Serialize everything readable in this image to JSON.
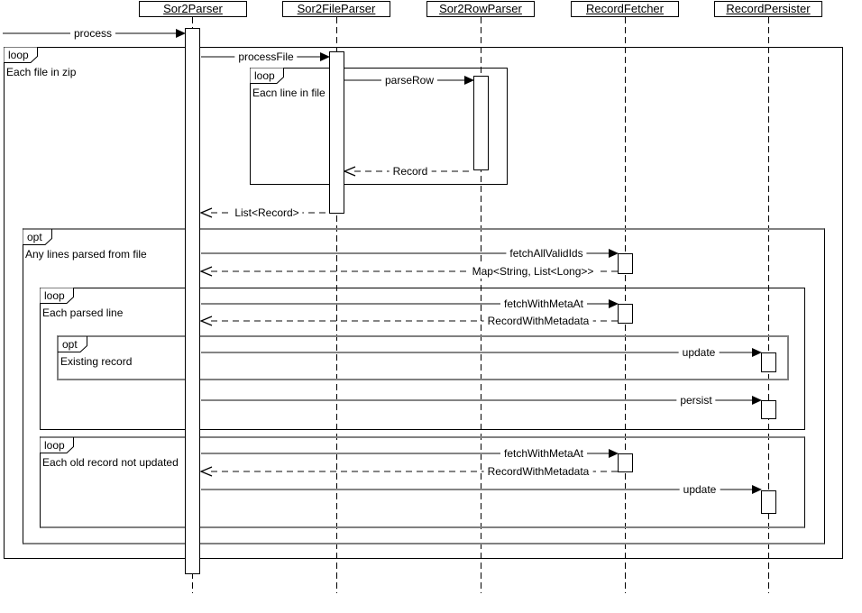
{
  "lifelines": [
    {
      "name": "Sor2Parser"
    },
    {
      "name": "Sor2FileParser"
    },
    {
      "name": "Sor2RowParser"
    },
    {
      "name": "RecordFetcher"
    },
    {
      "name": "RecordPersister"
    }
  ],
  "fragments": [
    {
      "operator": "loop",
      "guard": "Each file in zip"
    },
    {
      "operator": "loop",
      "guard": "Eacn line in file"
    },
    {
      "operator": "opt",
      "guard": "Any lines parsed from file"
    },
    {
      "operator": "loop",
      "guard": "Each parsed line"
    },
    {
      "operator": "opt",
      "guard": "Existing record"
    },
    {
      "operator": "loop",
      "guard": "Each old record not updated"
    }
  ],
  "messages": [
    {
      "label": "process",
      "type": "sync",
      "from": "external",
      "to": "Sor2Parser"
    },
    {
      "label": "processFile",
      "type": "sync",
      "from": "Sor2Parser",
      "to": "Sor2FileParser"
    },
    {
      "label": "parseRow",
      "type": "sync",
      "from": "Sor2FileParser",
      "to": "Sor2RowParser"
    },
    {
      "label": "Record",
      "type": "return",
      "from": "Sor2RowParser",
      "to": "Sor2FileParser"
    },
    {
      "label": "List<Record>",
      "type": "return",
      "from": "Sor2FileParser",
      "to": "Sor2Parser"
    },
    {
      "label": "fetchAllValidIds",
      "type": "sync",
      "from": "Sor2Parser",
      "to": "RecordFetcher"
    },
    {
      "label": "Map<String, List<Long>>",
      "type": "return",
      "from": "RecordFetcher",
      "to": "Sor2Parser"
    },
    {
      "label": "fetchWithMetaAt",
      "type": "sync",
      "from": "Sor2Parser",
      "to": "RecordFetcher"
    },
    {
      "label": "RecordWithMetadata",
      "type": "return",
      "from": "RecordFetcher",
      "to": "Sor2Parser"
    },
    {
      "label": "update",
      "type": "sync",
      "from": "Sor2Parser",
      "to": "RecordPersister"
    },
    {
      "label": "persist",
      "type": "sync",
      "from": "Sor2Parser",
      "to": "RecordPersister"
    },
    {
      "label": "fetchWithMetaAt",
      "type": "sync",
      "from": "Sor2Parser",
      "to": "RecordFetcher"
    },
    {
      "label": "RecordWithMetadata",
      "type": "return",
      "from": "RecordFetcher",
      "to": "Sor2Parser"
    },
    {
      "label": "update",
      "type": "sync",
      "from": "Sor2Parser",
      "to": "RecordPersister"
    }
  ],
  "colors": {
    "arrow": "#848484",
    "frame": "#000000",
    "frame_gray": "#808080",
    "background": "#ffffff"
  }
}
